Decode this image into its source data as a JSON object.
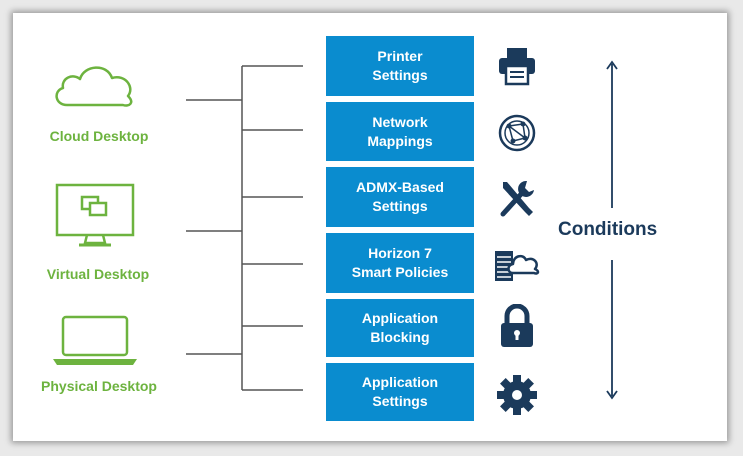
{
  "devices": [
    {
      "label": "Cloud Desktop",
      "icon": "cloud-icon"
    },
    {
      "label": "Virtual Desktop",
      "icon": "monitor-icon"
    },
    {
      "label": "Physical Desktop",
      "icon": "laptop-icon"
    }
  ],
  "settings": [
    {
      "label": "Printer\nSettings",
      "icon": "printer-icon"
    },
    {
      "label": "Network\nMappings",
      "icon": "network-globe-icon"
    },
    {
      "label": "ADMX-Based\nSettings",
      "icon": "tools-icon"
    },
    {
      "label": "Horizon 7\nSmart Policies",
      "icon": "building-cloud-icon"
    },
    {
      "label": "Application\nBlocking",
      "icon": "lock-icon"
    },
    {
      "label": "Application\nSettings",
      "icon": "gear-icon"
    }
  ],
  "conditions": {
    "label": "Conditions"
  },
  "colors": {
    "green": "#6db33f",
    "blue": "#0a8ccf",
    "navy": "#1b3a5b",
    "line": "#555555"
  }
}
